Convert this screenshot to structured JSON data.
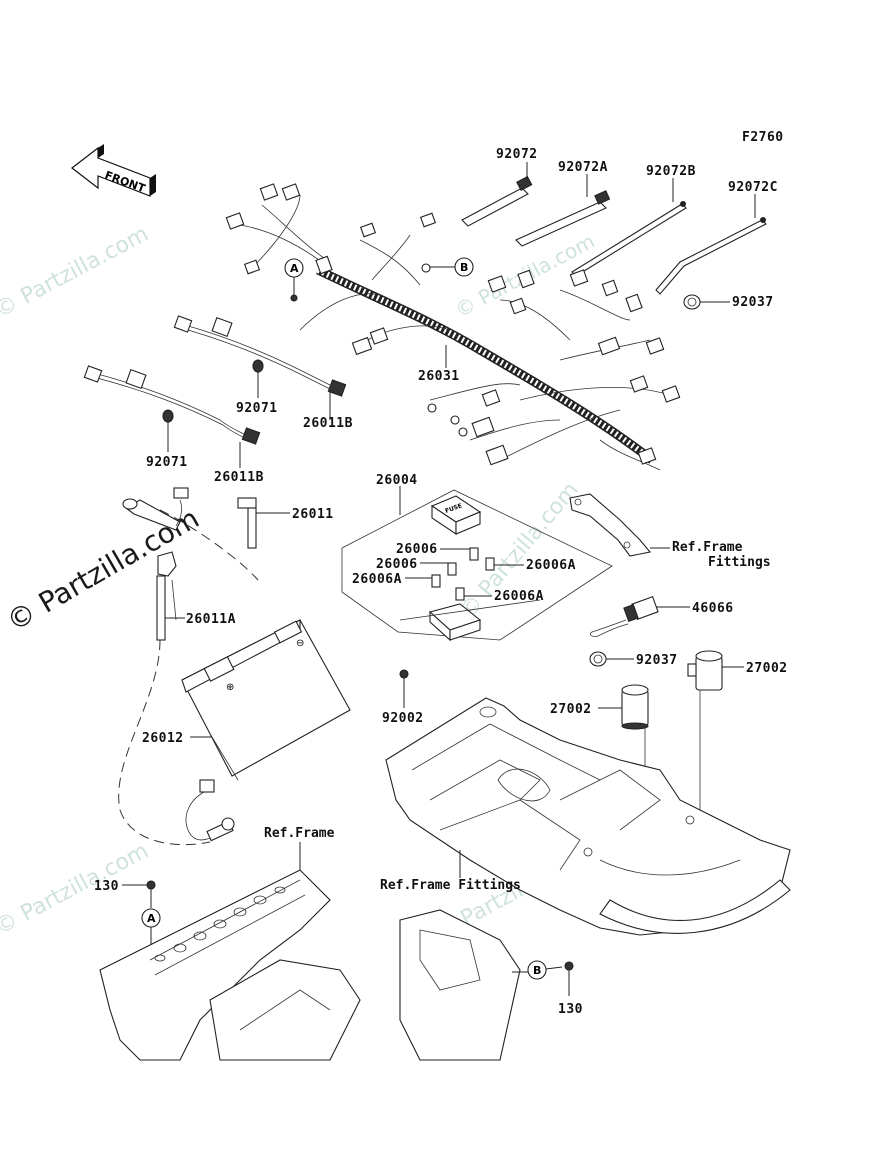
{
  "diagram": {
    "figure_code": "F2760",
    "direction_indicator": "FRONT",
    "watermark_text": "© Partzilla.com",
    "callouts": [
      {
        "id": "92072",
        "group": "cable-ties"
      },
      {
        "id": "92072A",
        "group": "cable-ties"
      },
      {
        "id": "92072B",
        "group": "cable-ties"
      },
      {
        "id": "92072C",
        "group": "cable-ties"
      },
      {
        "id": "92037",
        "group": "clamp"
      },
      {
        "id": "26031",
        "group": "main-harness"
      },
      {
        "id": "92071",
        "group": "grommet"
      },
      {
        "id": "26011B",
        "group": "sub-harness"
      },
      {
        "id": "92071",
        "group": "grommet"
      },
      {
        "id": "26011B",
        "group": "sub-harness"
      },
      {
        "id": "26004",
        "group": "fuse-box-assy"
      },
      {
        "id": "26006",
        "group": "fuse"
      },
      {
        "id": "26006",
        "group": "fuse"
      },
      {
        "id": "26006A",
        "group": "fuse"
      },
      {
        "id": "26006A",
        "group": "fuse"
      },
      {
        "id": "26006A",
        "group": "fuse"
      },
      {
        "id": "26011",
        "group": "battery-lead"
      },
      {
        "id": "26011A",
        "group": "battery-lead"
      },
      {
        "id": "26012",
        "group": "battery"
      },
      {
        "id": "46066",
        "group": "connector"
      },
      {
        "id": "92037",
        "group": "clamp"
      },
      {
        "id": "27002",
        "group": "relay"
      },
      {
        "id": "27002",
        "group": "relay"
      },
      {
        "id": "92002",
        "group": "bolt"
      },
      {
        "id": "130",
        "group": "bolt"
      },
      {
        "id": "130",
        "group": "bolt"
      }
    ],
    "reference_labels": {
      "frame_fittings_top_line1": "Ref.Frame",
      "frame_fittings_top_line2": "Fittings",
      "frame": "Ref.Frame",
      "frame_fittings_bottom": "Ref.Frame Fittings"
    },
    "connection_markers": {
      "a": "A",
      "b": "B"
    },
    "fuse_cover_text": "FUSE"
  }
}
